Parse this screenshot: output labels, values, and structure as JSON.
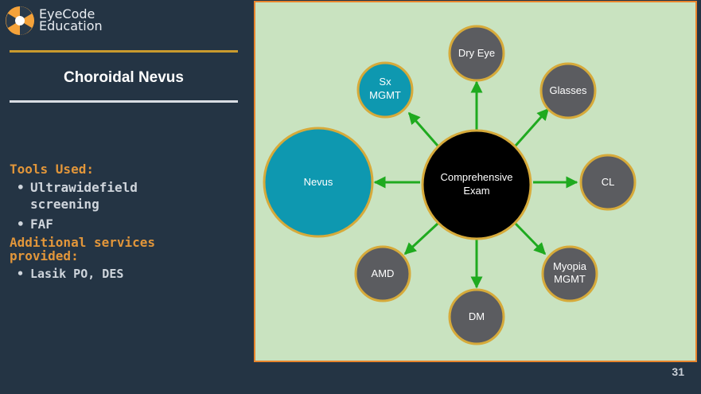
{
  "brand": {
    "line1": "EyeCode",
    "line2": "Education"
  },
  "slide": {
    "title": "Choroidal Nevus",
    "page_number": "31"
  },
  "tools": {
    "heading": "Tools Used:",
    "items": [
      "Ultrawidefield",
      "screening",
      "FAF"
    ]
  },
  "services": {
    "heading_line1": "Additional services",
    "heading_line2": "provided:",
    "items": [
      "Lasik PO, DES"
    ]
  },
  "diagram": {
    "center": {
      "line1": "Comprehensive",
      "line2": "Exam"
    },
    "nodes": {
      "dry_eye": "Dry Eye",
      "glasses": "Glasses",
      "cl": "CL",
      "myopia_line1": "Myopia",
      "myopia_line2": "MGMT",
      "dm": "DM",
      "amd": "AMD",
      "nevus": "Nevus",
      "sx_line1": "Sx",
      "sx_line2": "MGMT"
    },
    "colors": {
      "center": "#000000",
      "gray_node": "#5b5c60",
      "teal_node": "#0e98b0",
      "ring": "#d6aa3a",
      "arrow": "#1faa1f",
      "panel": "#c9e3c0",
      "border": "#e8852d"
    }
  }
}
